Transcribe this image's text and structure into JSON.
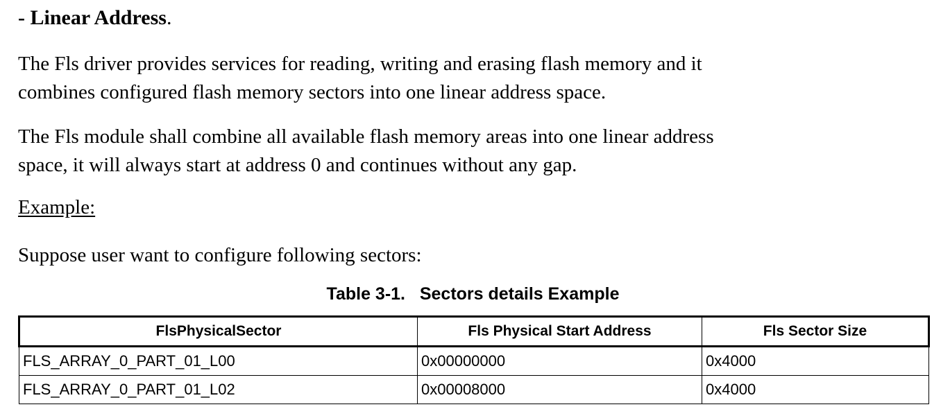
{
  "heading": {
    "text": "- Linear Address",
    "trailing_period": "."
  },
  "paragraphs": [
    {
      "lines": [
        "The Fls driver provides services for reading, writing and erasing flash memory and it",
        "combines configured flash memory sectors into one linear address space."
      ]
    },
    {
      "lines": [
        "The Fls module shall combine all available flash memory areas into one linear address",
        "space, it will always start at address 0 and continues without any gap."
      ]
    }
  ],
  "example_label": "Example:",
  "lead_in": "Suppose user want to configure following sectors:",
  "table": {
    "caption": "Table 3-1.   Sectors details Example",
    "headers": [
      "FlsPhysicalSector",
      "Fls Physical Start Address",
      "Fls Sector Size"
    ],
    "rows": [
      {
        "sector": "FLS_ARRAY_0_PART_01_L00",
        "start_address": "0x00000000",
        "sector_size": "0x4000"
      },
      {
        "sector": "FLS_ARRAY_0_PART_01_L02",
        "start_address": "0x00008000",
        "sector_size": "0x4000"
      }
    ]
  },
  "colors": {
    "text": "#000000",
    "page_background": "#ffffff",
    "table_border": "#000000"
  }
}
